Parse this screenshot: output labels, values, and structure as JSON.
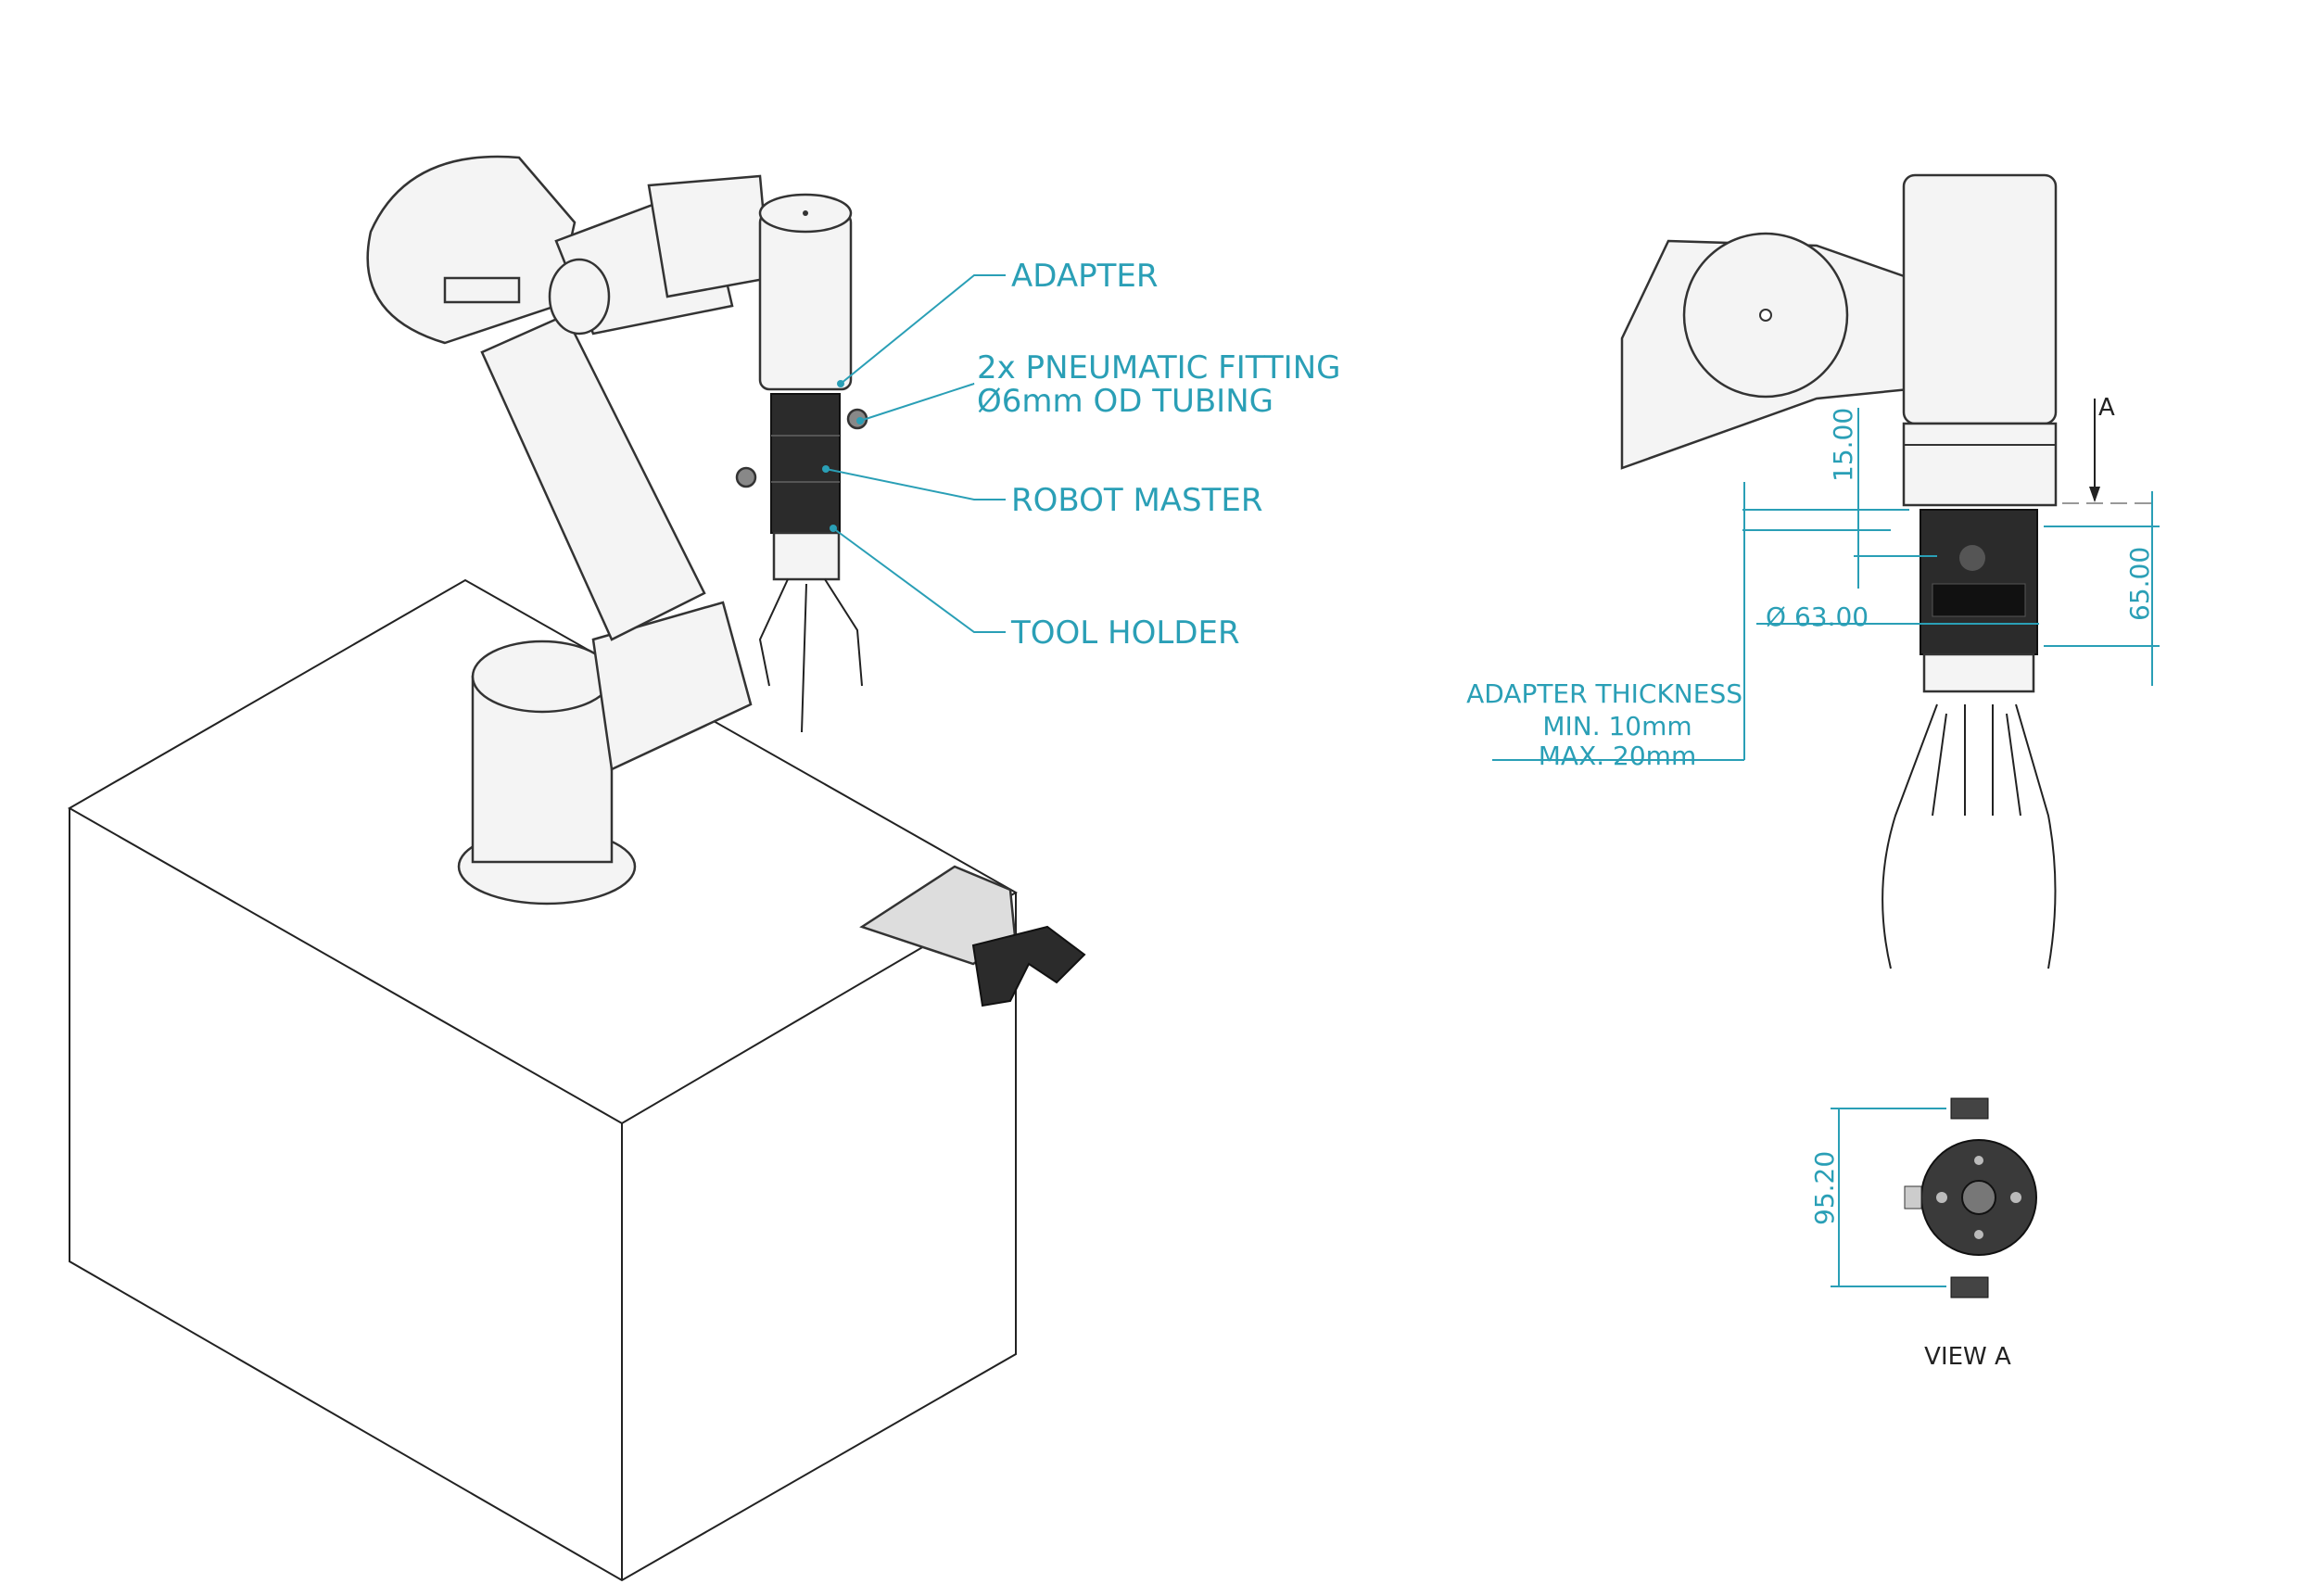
{
  "callouts": {
    "adapter": "ADAPTER",
    "pneumatic_line1": "2x PNEUMATIC FITTING",
    "pneumatic_line2": "Ø6mm OD TUBING",
    "robot_master": "ROBOT MASTER",
    "tool_holder": "TOOL HOLDER"
  },
  "dimensions": {
    "offset": "15.00",
    "height": "65.00",
    "diameter": "Ø 63.00",
    "view_a_width": "95.20",
    "view_marker": "A"
  },
  "adapter_note": {
    "title": "ADAPTER THICKNESS",
    "min": "MIN. 10mm",
    "max": "MAX. 20mm"
  },
  "view_a_label": "VIEW A",
  "colors": {
    "annotation": "#2a9fb6",
    "outline": "#222222",
    "dark_part": "#2b2b2b"
  }
}
